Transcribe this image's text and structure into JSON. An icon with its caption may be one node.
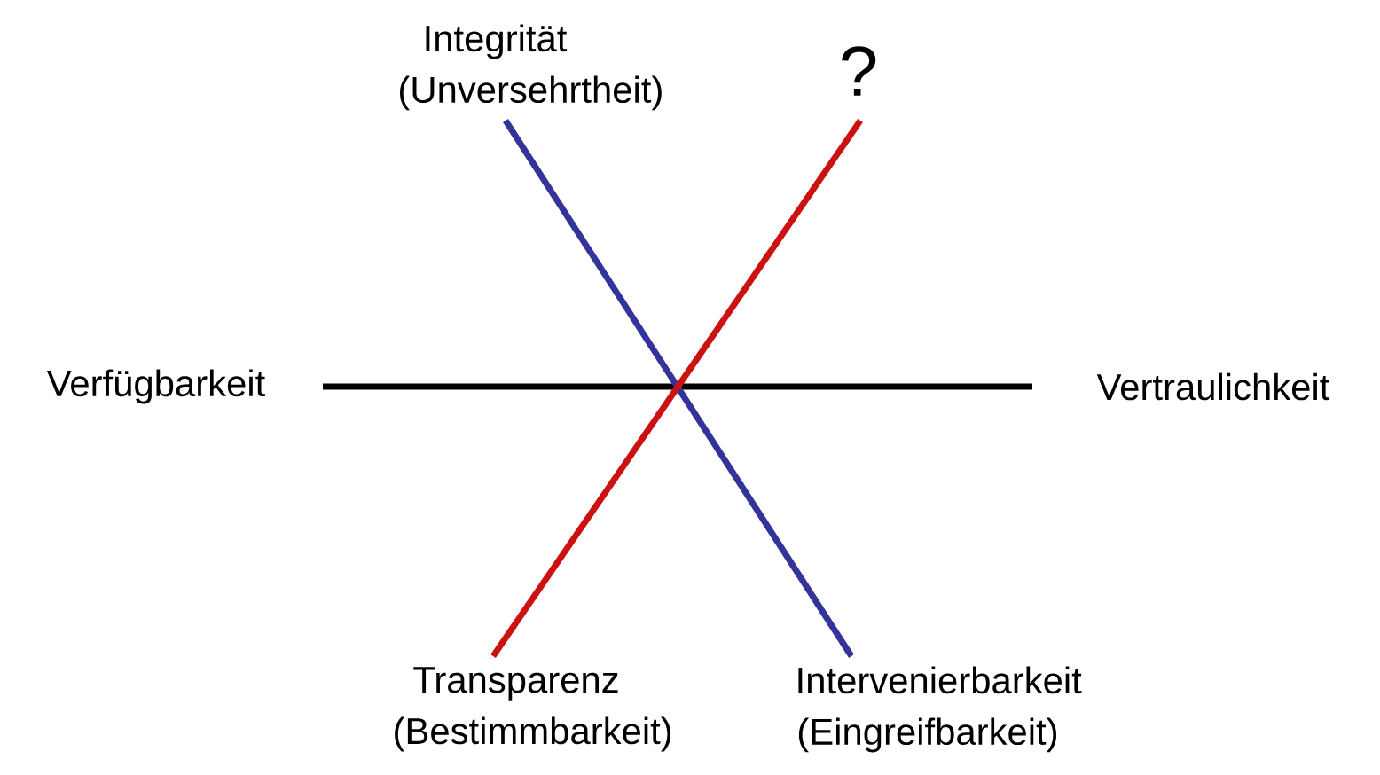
{
  "diagram": {
    "nodes": [
      {
        "text": [
          "Integrität (Unversehrtheit)"
        ]
      },
      {
        "text": [
          "?"
        ]
      },
      {
        "text": [
          "Verfügbarkeit"
        ]
      },
      {
        "text": [
          "Vertraulichkeit"
        ]
      },
      {
        "text": [
          "Transparenz (Bestimmbarkeit)"
        ]
      },
      {
        "text": [
          "Intervenierbarkeit (Eingreifbarkeit)"
        ]
      }
    ],
    "edges": [
      {
        "from": 2,
        "to": 3,
        "arrow": "none",
        "color": "#000000"
      },
      {
        "from": 0,
        "to": 5,
        "arrow": "none",
        "color": "#333399"
      },
      {
        "from": 4,
        "to": 1,
        "arrow": "none",
        "color": "#cc1111"
      }
    ]
  }
}
